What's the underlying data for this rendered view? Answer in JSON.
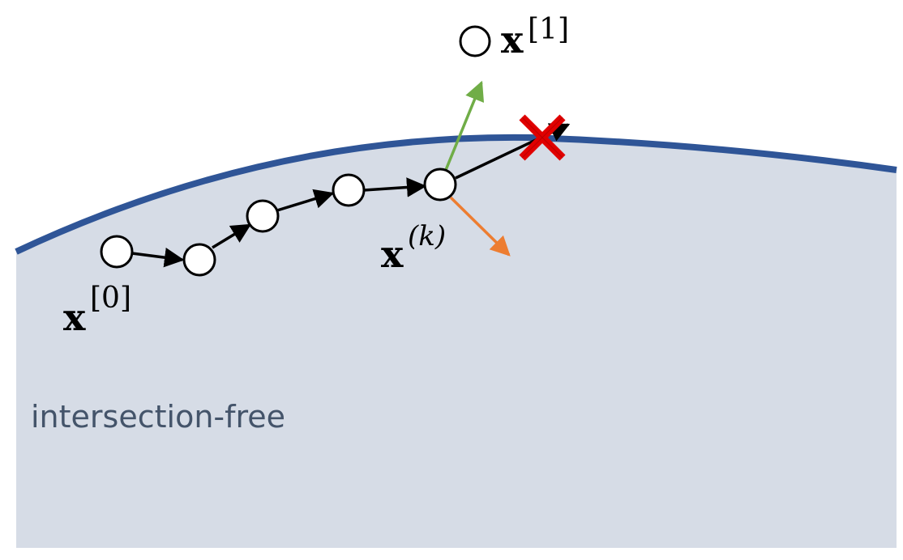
{
  "colors": {
    "region_fill": "#d6dce6",
    "boundary": "#2f5597",
    "path": "#000000",
    "node_fill": "#ffffff",
    "arrow_up": "#70ad47",
    "arrow_down": "#ed7d31",
    "cross": "#e00000",
    "region_text": "#44546a"
  },
  "labels": {
    "x0_base": "x",
    "x0_sup": "[0]",
    "xk_base": "x",
    "xk_sup": "(k)",
    "x1_base": "x",
    "x1_sup": "[1]",
    "region": "intersection-free"
  },
  "icons": {
    "rejected": "cross-mark-icon",
    "candidate": "open-circle-icon"
  }
}
